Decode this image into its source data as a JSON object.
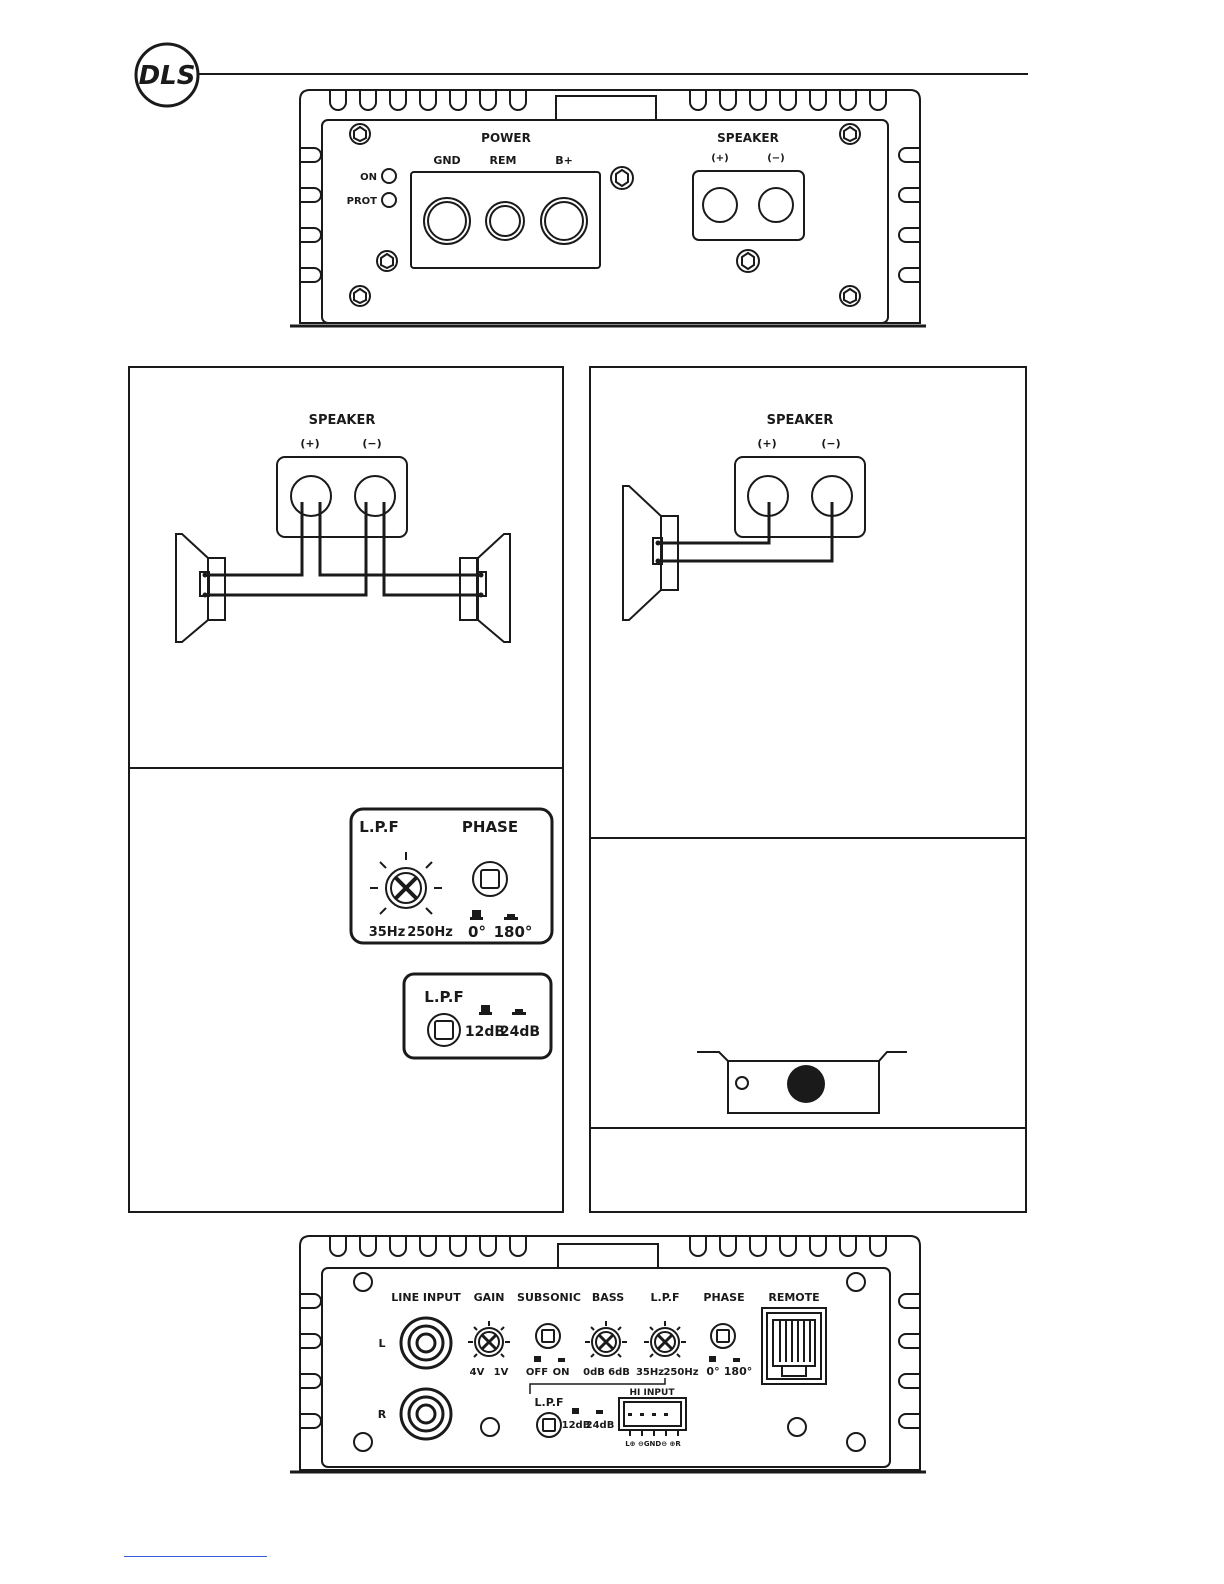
{
  "brand": {
    "logo_text": "DLS"
  },
  "top_panel": {
    "power_label": "POWER",
    "gnd_label": "GND",
    "rem_label": "REM",
    "bplus_label": "B+",
    "on_label": "ON",
    "prot_label": "PROT",
    "speaker_label": "SPEAKER",
    "plus_label": "(+)",
    "minus_label": "(−)"
  },
  "wiring_left": {
    "speaker_label": "SPEAKER",
    "plus_label": "(+)",
    "minus_label": "(−)"
  },
  "wiring_right": {
    "speaker_label": "SPEAKER",
    "plus_label": "(+)",
    "minus_label": "(−)"
  },
  "lpf_phase_control": {
    "lpf_label": "L.P.F",
    "phase_label": "PHASE",
    "freq_min": "35Hz",
    "freq_max": "250Hz",
    "phase_0": "0°",
    "phase_180": "180°"
  },
  "lpf_slope_control": {
    "lpf_label": "L.P.F",
    "slope_12": "12dB",
    "slope_24": "24dB"
  },
  "bottom_panel": {
    "line_input_label": "LINE INPUT",
    "gain_label": "GAIN",
    "subsonic_label": "SUBSONIC",
    "bass_label": "BASS",
    "lpf_label": "L.P.F",
    "phase_label": "PHASE",
    "remote_label": "REMOTE",
    "l_label": "L",
    "r_label": "R",
    "gain_min": "4V",
    "gain_max": "1V",
    "sub_off": "OFF",
    "sub_on": "ON",
    "bass_min": "0dB",
    "bass_max": "6dB",
    "lpf_min": "35Hz",
    "lpf_max": "250Hz",
    "phase_0": "0°",
    "phase_180": "180°",
    "slope_lpf_label": "L.P.F",
    "slope_12": "12dB",
    "slope_24": "24dB",
    "hi_input_label": "HI INPUT",
    "hi_input_pins": "L⊕ ⊖GND⊖ ⊕R"
  }
}
